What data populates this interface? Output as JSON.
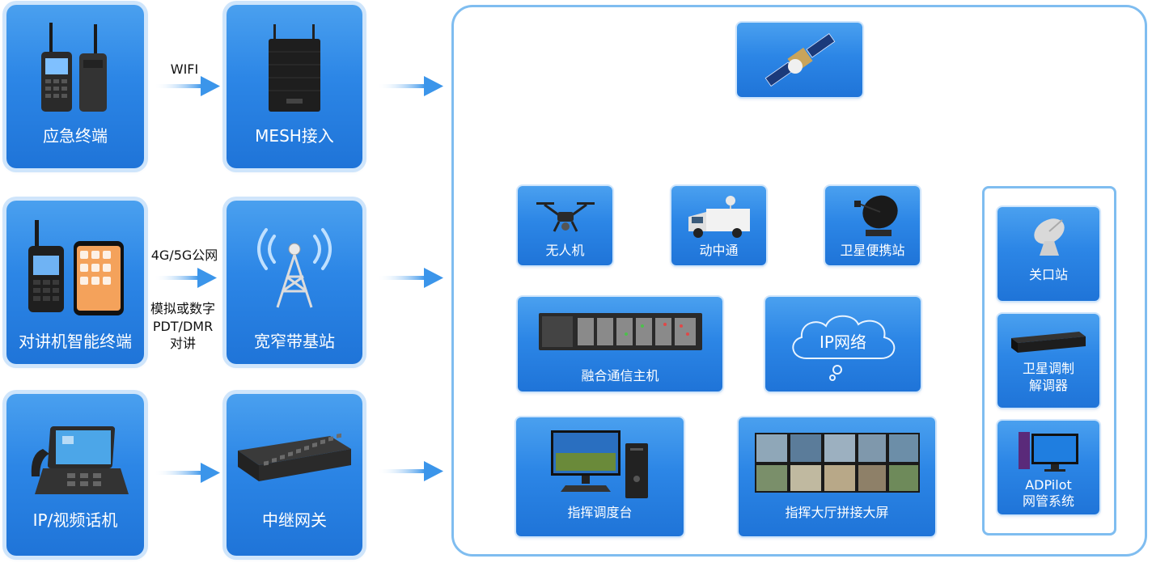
{
  "left_column": {
    "emergency_terminal": "应急终端",
    "walkie_smart_terminal": "对讲机智能终端",
    "ip_video_phone": "IP/视频话机"
  },
  "middle_column": {
    "mesh_access": "MESH接入",
    "broadband_base_station": "宽窄带基站",
    "relay_gateway": "中继网关"
  },
  "link_labels": {
    "wifi": "WIFI",
    "public_network": "4G/5G公网",
    "analog_digital_line1": "模拟或数字",
    "analog_digital_line2": "PDT/DMR",
    "analog_digital_line3": "对讲"
  },
  "right_panel": {
    "drone": "无人机",
    "satcom_on_move": "动中通",
    "portable_satellite_station": "卫星便携站",
    "gateway_station": "关口站",
    "satellite_modem_line1": "卫星调制",
    "satellite_modem_line2": "解调器",
    "adpilot_line1": "ADPilot",
    "adpilot_line2": "网管系统",
    "fusion_host": "融合通信主机",
    "ip_network": "IP网络",
    "dispatch_console": "指挥调度台",
    "command_hall_screen": "指挥大厅拼接大屏"
  },
  "colors": {
    "tile_blue": "#2c86e6",
    "tile_glow": "#cfe5fb",
    "panel_border": "#7fbdf0",
    "connector": "#5aa6ec"
  }
}
